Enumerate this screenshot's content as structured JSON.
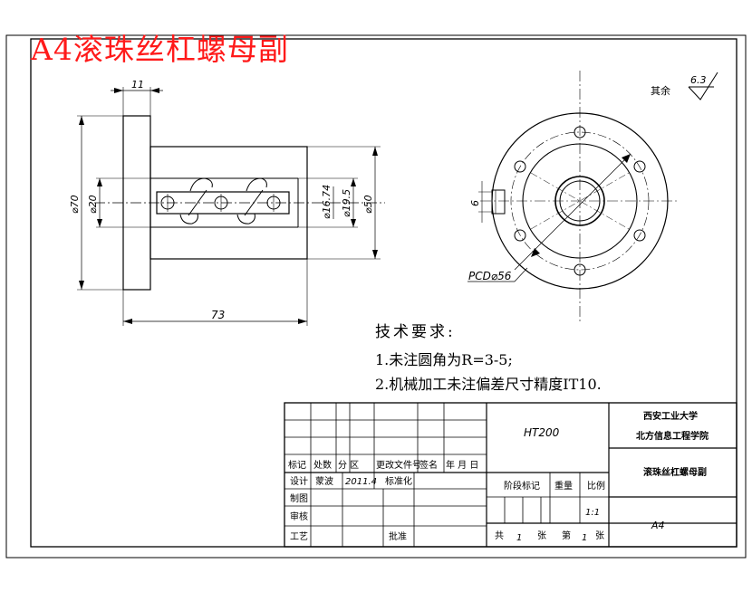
{
  "title_overlay": "A4滚珠丝杠螺母副",
  "dimensions": {
    "flange_thickness": "11",
    "dia_70": "⌀70",
    "dia_20": "⌀20",
    "dia_16_74": "⌀16.74",
    "dia_19_5": "⌀19.5",
    "dia_50": "⌀50",
    "length_73": "73",
    "keyway_6": "6",
    "pcd": "PCD⌀56"
  },
  "surface_finish": {
    "label": "其余",
    "value": "6.3"
  },
  "tech_requirements": {
    "heading": "技术要求:",
    "items": [
      "1.未注圆角为R=3-5;",
      "2.机械加工未注偏差尺寸精度IT10."
    ]
  },
  "title_block": {
    "material": "HT200",
    "school_line1": "西安工业大学",
    "school_line2": "北方信息工程学院",
    "part_name": "滚珠丝杠螺母副",
    "sheet_size": "A4",
    "rev_headers": [
      "标记",
      "处数",
      "分 区",
      "更改文件号",
      "签名",
      "年 月 日"
    ],
    "designer_label": "设计",
    "designer": "蒙波",
    "design_date": "2011.4",
    "standardize_label": "标准化",
    "drafting_label": "制图",
    "check_label": "审核",
    "process_label": "工艺",
    "approve_label": "批准",
    "stage_label": "阶段标记",
    "weight_label": "重量",
    "scale_label": "比例",
    "scale_value": "1:1",
    "total_label": "共",
    "total_sheets": "1",
    "sheet_unit": "张",
    "page_label": "第",
    "page_number": "1"
  }
}
